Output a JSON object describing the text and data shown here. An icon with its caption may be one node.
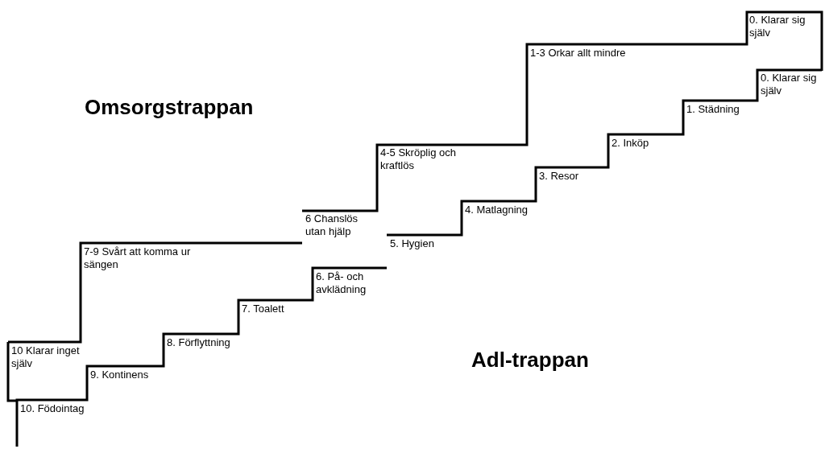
{
  "diagram": {
    "labels": [
      "Omsorgstrappan",
      "10 Klarar inget själv",
      "7-9 Svårt att komma ur sängen",
      "6 Chanslös utan hjälp",
      "4-5 Skröplig och kraftlös",
      "1-3 Orkar allt mindre",
      "0. Klarar sig själv",
      "Adl-trappan",
      "10. Födointag",
      "9. Kontinens",
      "8. Förflyttning",
      "7. Toalett",
      "6. På- och avklädning",
      "5. Hygien",
      "4. Matlagning",
      "3. Resor",
      "2. Inköp",
      "1. Städning",
      "0. Klarar sig själv"
    ]
  }
}
